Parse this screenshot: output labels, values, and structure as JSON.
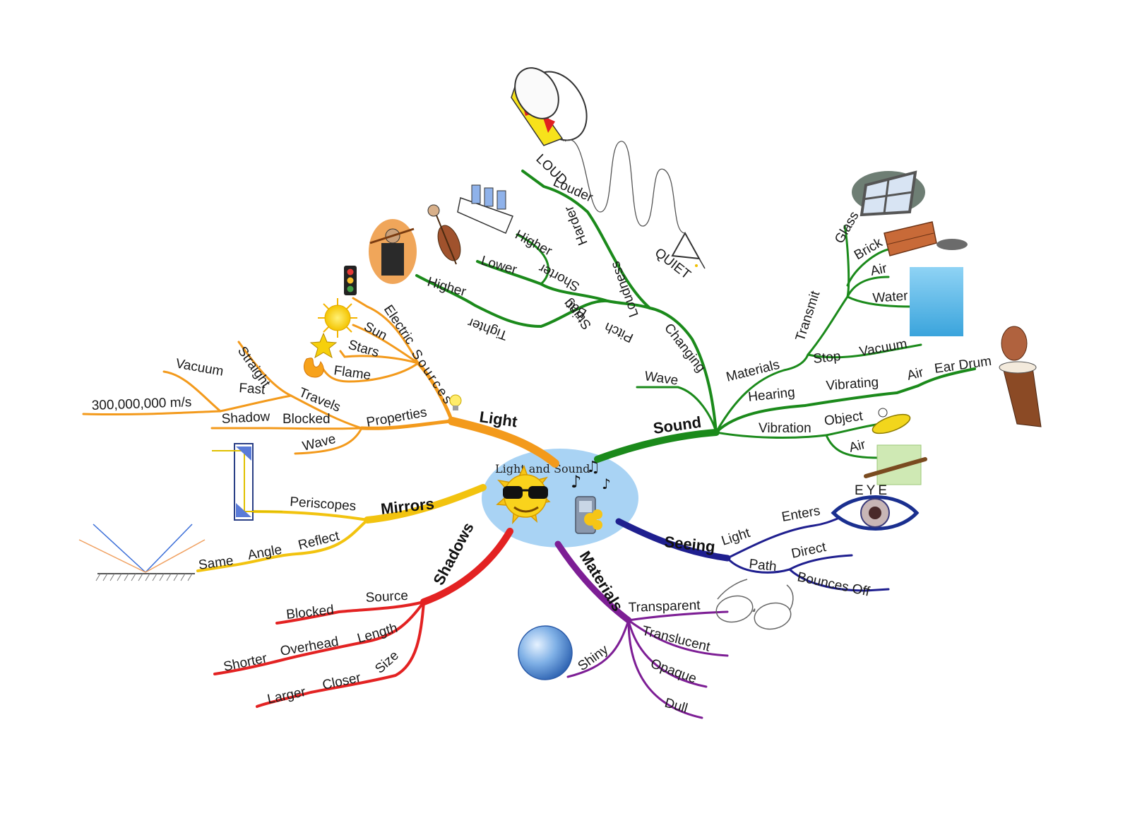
{
  "center": {
    "title": "Light and Sound"
  },
  "colors": {
    "light": "#f39a1c",
    "mirrors": "#f2c30f",
    "shadows": "#e32222",
    "materials": "#7d1e95",
    "seeing": "#1f1f8f",
    "sound": "#1b8a1b",
    "center_fill": "#a9d3f4"
  },
  "labels": {
    "light_main": "Light",
    "sources": "Sources",
    "electric": "Electric",
    "sun": "Sun",
    "stars": "Stars",
    "flame": "Flame",
    "properties": "Properties",
    "travels": "Travels",
    "straight": "Straight",
    "fast": "Fast",
    "vacuum": "Vacuum",
    "speed": "300,000,000 m/s",
    "blocked_l": "Blocked",
    "shadow": "Shadow",
    "wave_l": "Wave",
    "mirrors_main": "Mirrors",
    "periscopes": "Periscopes",
    "reflect": "Reflect",
    "angle": "Angle",
    "same": "Same",
    "shadows_main": "Shadows",
    "source": "Source",
    "blocked_s": "Blocked",
    "length": "Length",
    "overhead": "Overhead",
    "shorter": "Shorter",
    "size": "Size",
    "closer": "Closer",
    "larger": "Larger",
    "materials_main": "Materials",
    "transparent": "Transparent",
    "translucent": "Translucent",
    "opaque": "Opaque",
    "dull": "Dull",
    "shiny": "Shiny",
    "seeing_main": "Seeing",
    "light_s": "Light",
    "enters": "Enters",
    "eye": "EYE",
    "path": "Path",
    "direct": "Direct",
    "bounces_off": "Bounces Off",
    "sound_main": "Sound",
    "wave_s": "Wave",
    "changing": "Changing",
    "pitch": "Pitch",
    "string": "String",
    "tighter": "Tighter",
    "higher_1": "Higher",
    "bar": "Bar",
    "shorter_s": "Shorter",
    "lower": "Lower",
    "higher_2": "Higher",
    "loudness": "Loudness",
    "harder": "Harder",
    "louder": "Louder",
    "loud": "LOUD",
    "quiet": "QUIET",
    "materials_s": "Materials",
    "transmit": "Transmit",
    "glass": "Glass",
    "brick": "Brick",
    "air_1": "Air",
    "water": "Water",
    "stop": "Stop",
    "vacuum_s": "Vacuum",
    "hearing": "Hearing",
    "vibrating": "Vibrating",
    "air_2": "Air",
    "ear_drum": "Ear Drum",
    "vibration": "Vibration",
    "object": "Object",
    "air_3": "Air"
  },
  "icons": [
    "sun-glasses-icon",
    "music-notes-icon",
    "music-player-icon",
    "traffic-light-icon",
    "sun-icon",
    "star-icon",
    "flame-icon",
    "light-bulb-icon",
    "periscope-icon",
    "reflection-icon",
    "glass-ball-icon",
    "glasses-icon",
    "eye-icon",
    "drum-icon",
    "triangle-icon",
    "spring-wave-icon",
    "bottles-icon",
    "violinist-icon",
    "cello-icon",
    "window-icon",
    "bricks-icon",
    "water-icon",
    "ear-drum-icon",
    "cymbal-icon",
    "recorder-icon"
  ]
}
